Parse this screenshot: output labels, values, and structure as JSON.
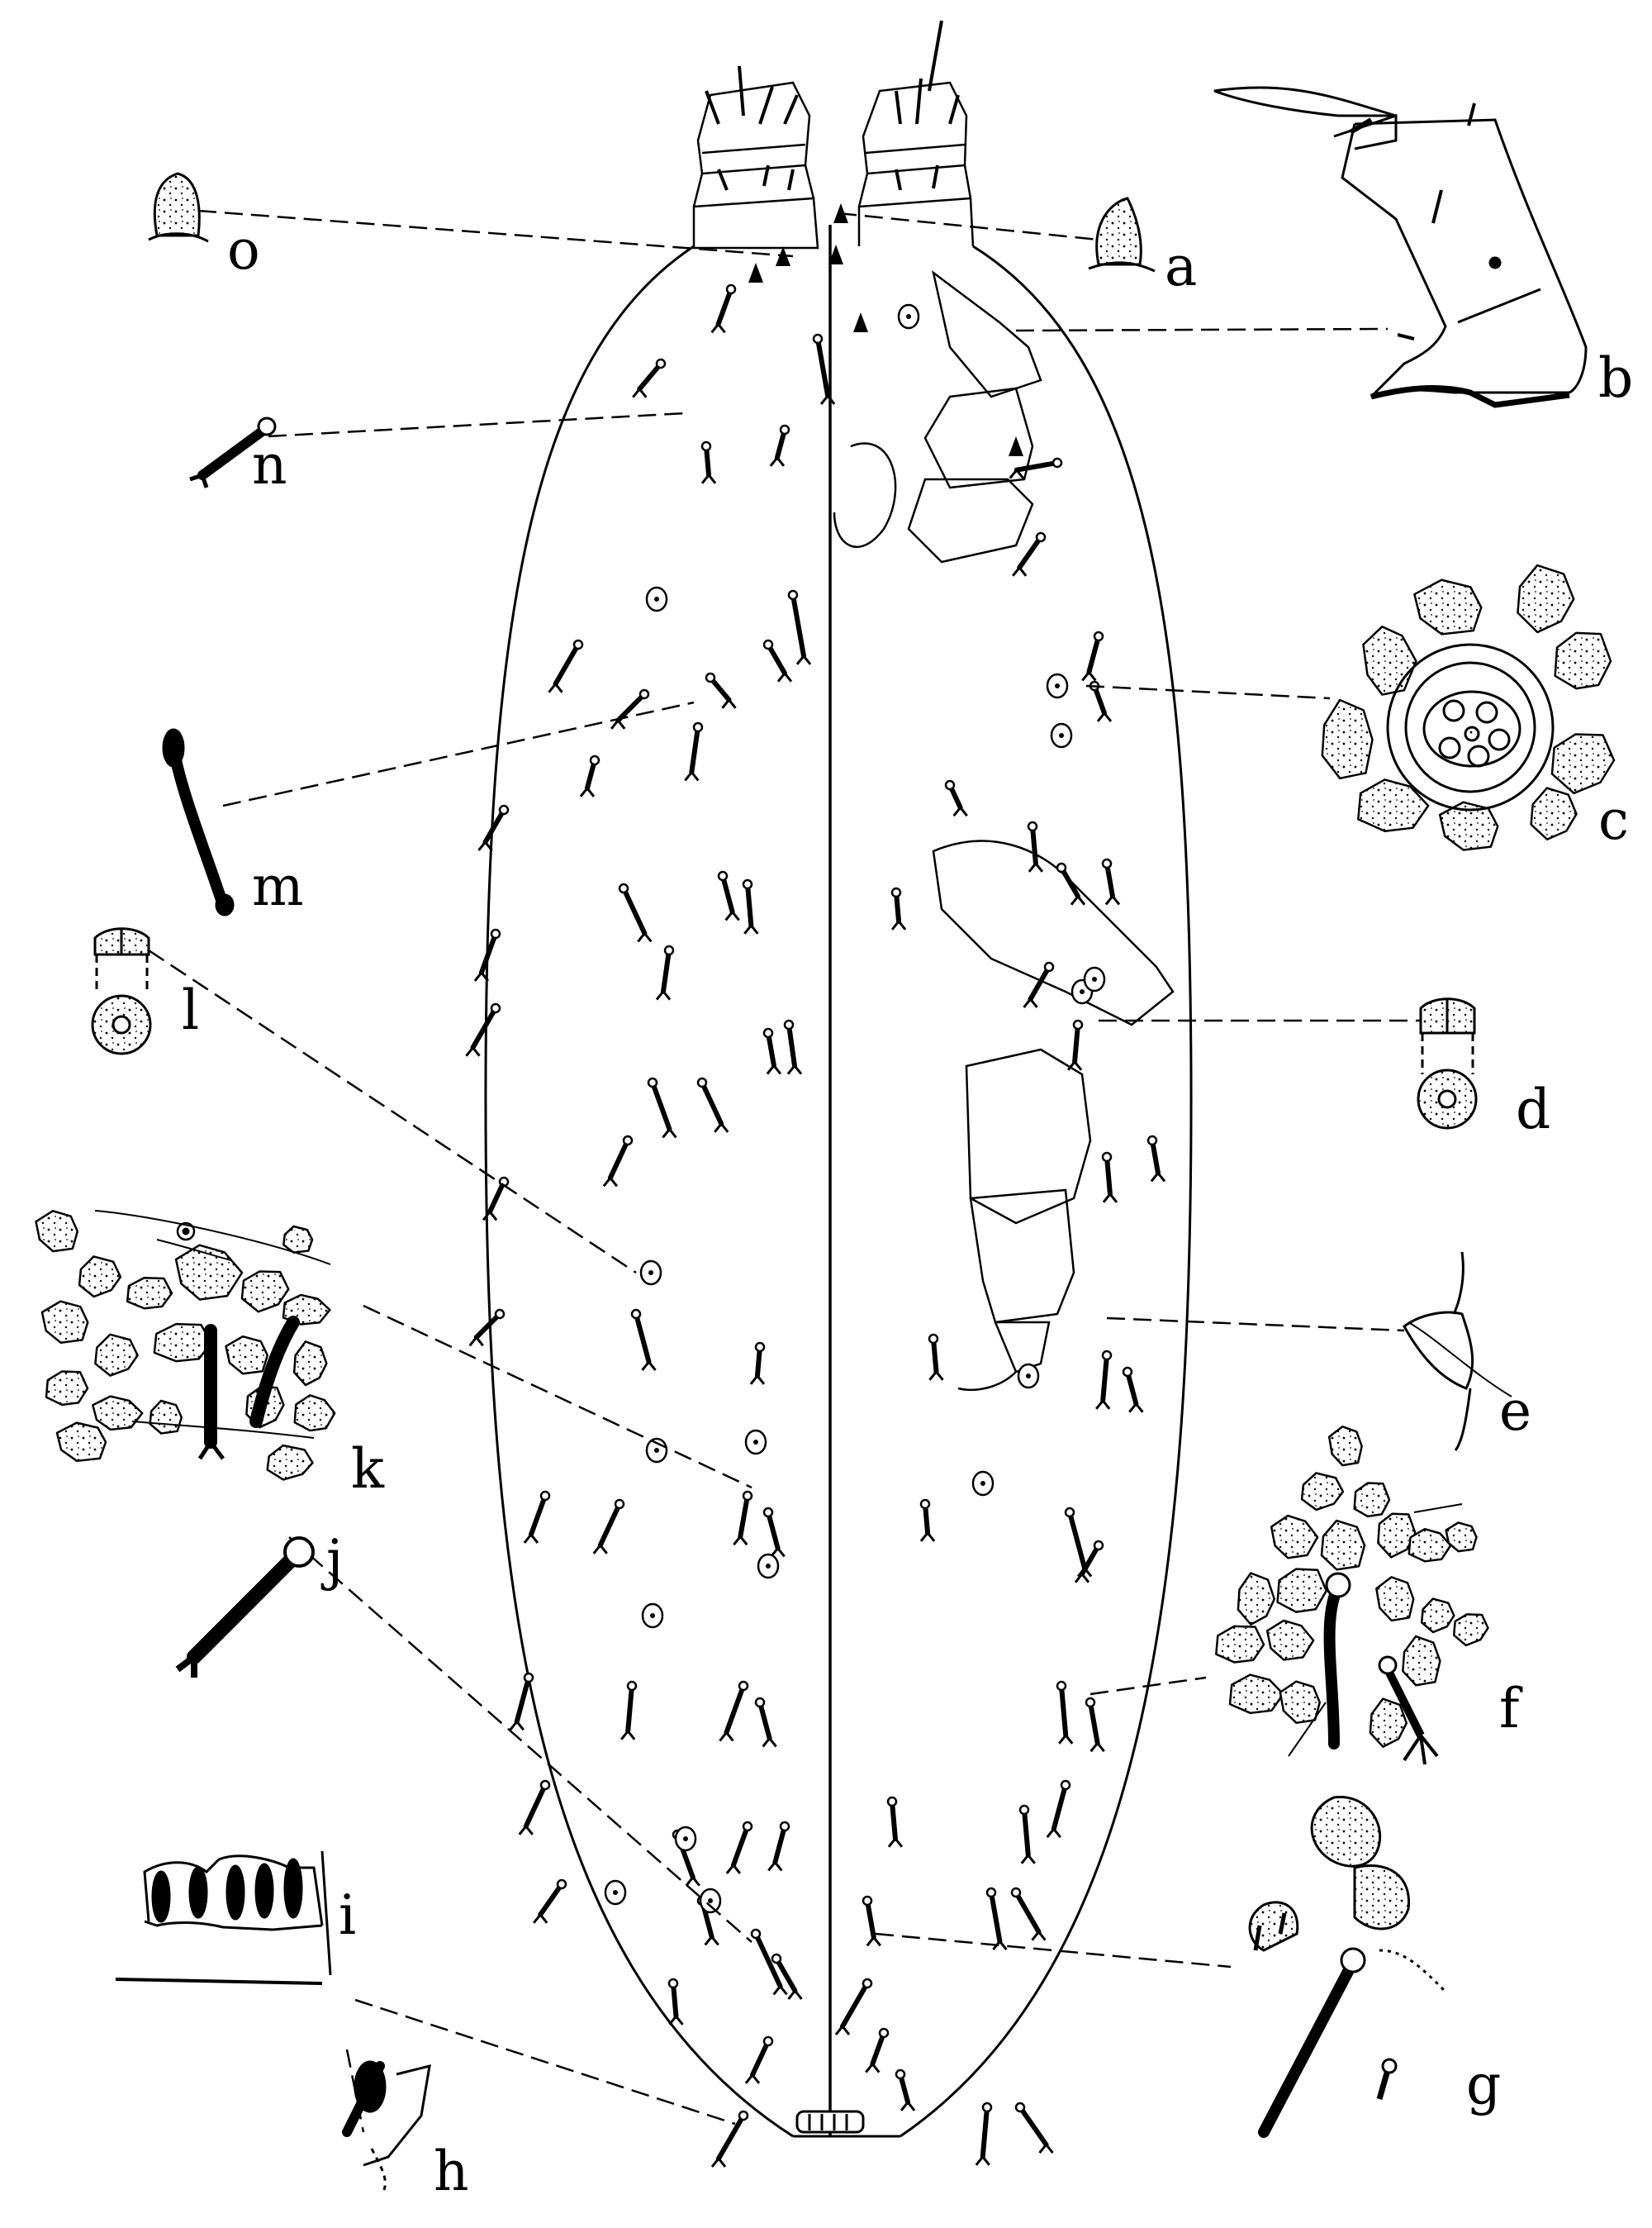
{
  "figure": {
    "labels": [
      "a",
      "b",
      "c",
      "d",
      "e",
      "f",
      "g",
      "h",
      "i",
      "j",
      "k",
      "l",
      "m",
      "n",
      "o"
    ],
    "colors": {
      "ink": "#000000",
      "stipple": "#f7f7f7",
      "background": "#ffffff"
    }
  }
}
